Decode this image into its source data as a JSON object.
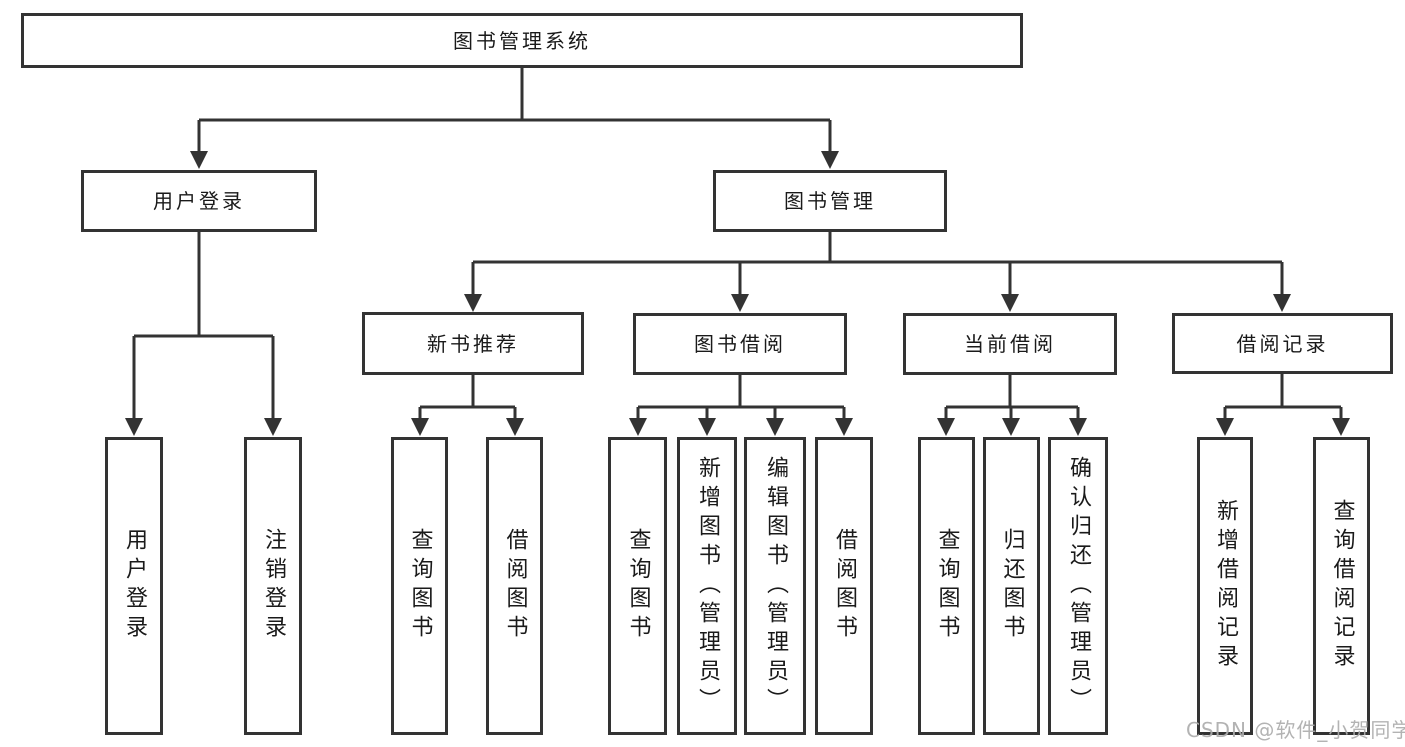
{
  "tree": {
    "root": {
      "label": "图书管理系统"
    },
    "branches": [
      {
        "label": "用户登录",
        "children": [
          {
            "label": "用户登录"
          },
          {
            "label": "注销登录"
          }
        ]
      },
      {
        "label": "图书管理",
        "groups": [
          {
            "label": "新书推荐",
            "children": [
              {
                "label": "查询图书"
              },
              {
                "label": "借阅图书"
              }
            ]
          },
          {
            "label": "图书借阅",
            "children": [
              {
                "label": "查询图书"
              },
              {
                "label": "新增图书（管理员）"
              },
              {
                "label": "编辑图书（管理员）"
              },
              {
                "label": "借阅图书"
              }
            ]
          },
          {
            "label": "当前借阅",
            "children": [
              {
                "label": "查询图书"
              },
              {
                "label": "归还图书"
              },
              {
                "label": "确认归还（管理员）"
              }
            ]
          },
          {
            "label": "借阅记录",
            "children": [
              {
                "label": "新增借阅记录"
              },
              {
                "label": "查询借阅记录"
              }
            ]
          }
        ]
      }
    ]
  },
  "watermark": {
    "text": "CSDN @软件_小贺同学"
  },
  "colors": {
    "line": "#333333",
    "box_border": "#333333",
    "text": "#1a1a1a",
    "watermark": "#acacac",
    "background": "#ffffff"
  }
}
